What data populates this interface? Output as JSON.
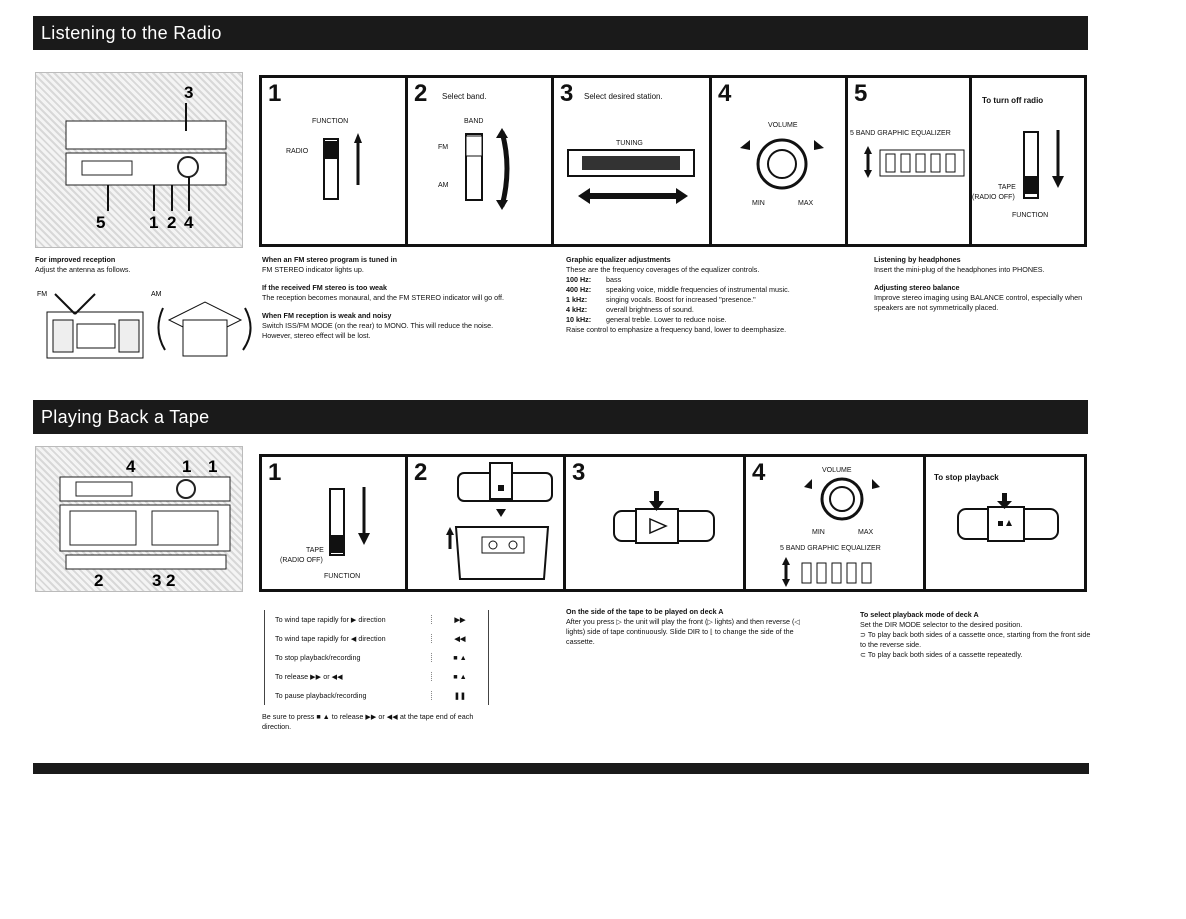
{
  "radio": {
    "title": "Listening to the Radio",
    "photo_numbers": [
      "3",
      "5",
      "1",
      "2",
      "4"
    ],
    "steps": [
      {
        "num": "1",
        "labels": {
          "function": "FUNCTION",
          "radio": "RADIO"
        }
      },
      {
        "num": "2",
        "heading": "Select band.",
        "labels": {
          "band": "BAND",
          "fm": "FM",
          "am": "AM"
        }
      },
      {
        "num": "3",
        "heading": "Select desired station.",
        "labels": {
          "tuning": "TUNING"
        }
      },
      {
        "num": "4",
        "labels": {
          "volume": "VOLUME",
          "min": "MIN",
          "max": "MAX"
        }
      },
      {
        "num": "5",
        "labels": {
          "eq": "5 BAND GRAPHIC EQUALIZER"
        }
      },
      {
        "heading": "To turn off radio",
        "labels": {
          "tape": "TAPE",
          "radio_off": "(RADIO OFF)",
          "function": "FUNCTION"
        }
      }
    ],
    "reception": {
      "title": "For improved reception",
      "text": "Adjust the antenna as follows.",
      "fm": "FM",
      "am": "AM"
    },
    "fm_notes": [
      {
        "title": "When an FM stereo program is tuned in",
        "text": "FM STEREO indicator lights up."
      },
      {
        "title": "If the received FM stereo is too weak",
        "text": "The reception becomes monaural, and the FM STEREO indicator will go off."
      },
      {
        "title": "When FM reception is weak and noisy",
        "text": "Switch ISS/FM MODE (on the rear) to MONO. This will reduce the noise. However, stereo effect will be lost."
      }
    ],
    "eq": {
      "title": "Graphic equalizer adjustments",
      "intro": "These are the frequency coverages of the equalizer controls.",
      "rows": [
        {
          "f": "100 Hz:",
          "d": "bass"
        },
        {
          "f": "400 Hz:",
          "d": "speaking voice, middle frequencies of instrumental music."
        },
        {
          "f": "1 kHz:",
          "d": "singing vocals. Boost for increased \"presence.\""
        },
        {
          "f": "4 kHz:",
          "d": "overall brightness of sound."
        },
        {
          "f": "10 kHz:",
          "d": "general treble. Lower to reduce noise."
        }
      ],
      "outro": "Raise control to emphasize a frequency band, lower to deemphasize."
    },
    "headphones": [
      {
        "title": "Listening by headphones",
        "text": "Insert the mini-plug of the headphones into PHONES."
      },
      {
        "title": "Adjusting stereo balance",
        "text": "Improve stereo imaging using BALANCE control, especially when speakers are not symmetrically placed."
      }
    ]
  },
  "tape": {
    "title": "Playing Back a Tape",
    "photo_numbers": [
      "4",
      "1",
      "1",
      "2",
      "3",
      "2"
    ],
    "steps": [
      {
        "num": "1",
        "labels": {
          "tape": "TAPE",
          "radio_off": "(RADIO OFF)",
          "function": "FUNCTION"
        }
      },
      {
        "num": "2"
      },
      {
        "num": "3"
      },
      {
        "num": "4",
        "labels": {
          "volume": "VOLUME",
          "min": "MIN",
          "max": "MAX",
          "eq": "5 BAND GRAPHIC EQUALIZER"
        }
      },
      {
        "heading": "To stop playback"
      }
    ],
    "commands": [
      {
        "action": "To wind tape rapidly for ▶ direction",
        "key": "▶▶"
      },
      {
        "action": "To wind tape rapidly for ◀ direction",
        "key": "◀◀"
      },
      {
        "action": "To stop playback/recording",
        "key": "■ ▲"
      },
      {
        "action": "To release ▶▶ or ◀◀",
        "key": "■ ▲"
      },
      {
        "action": "To pause playback/recording",
        "key": "❚❚"
      }
    ],
    "cmd_note": "Be sure to press ■ ▲ to release ▶▶ or ◀◀ at the tape end of each direction.",
    "side": {
      "title": "On the side of the tape to be played on deck A",
      "text": "After you press ▷ the unit will play the front (▷ lights) and then reverse (◁ lights) side of tape continuously. Slide DIR to ⌊ to change the side of the cassette."
    },
    "mode": {
      "title": "To select playback mode of deck A",
      "text": "Set the DIR MODE selector to the desired position.",
      "opt1": "⊃  To play back both sides of a cassette once, starting from the front side to the reverse side.",
      "opt2": "⊂  To play back both sides of a cassette repeatedly."
    }
  }
}
